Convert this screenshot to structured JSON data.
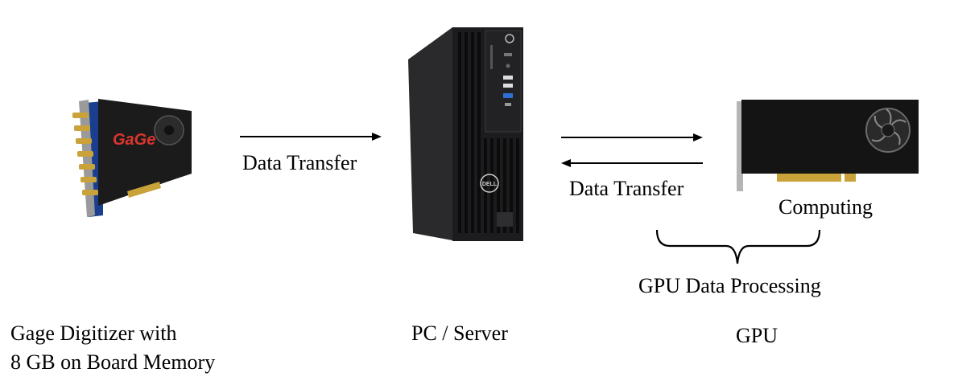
{
  "diagram": {
    "digitizer": {
      "caption_line1": "Gage Digitizer with",
      "caption_line2": "8 GB on Board Memory",
      "brand_logo_text": "GaGe",
      "board_color": "#1b1b1b",
      "pcb_color": "#1a3f8f",
      "connector_color": "#c9a23a"
    },
    "link1": {
      "label": "Data Transfer"
    },
    "pc": {
      "caption": "PC / Server",
      "badge_text": "DELL",
      "case_color": "#1c1c1e"
    },
    "link2": {
      "label": "Data Transfer"
    },
    "gpu": {
      "caption": "GPU",
      "sublabel": "Computing",
      "card_color": "#141414",
      "gold_color": "#c9a23a"
    },
    "brace": {
      "label": "GPU Data Processing"
    }
  }
}
